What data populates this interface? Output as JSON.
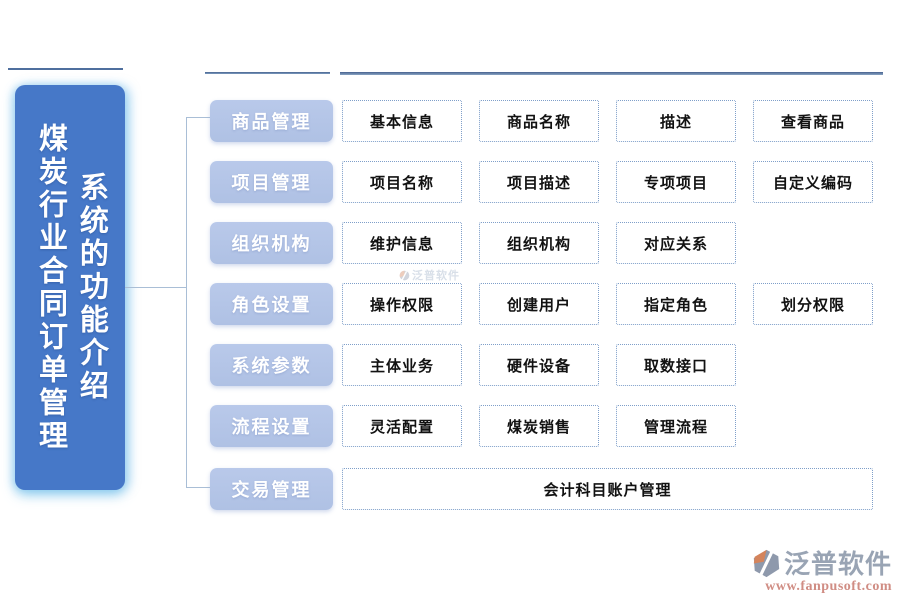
{
  "banner": {
    "title_main": "煤炭行业合同订单管理",
    "title_sub": "系统的功能介绍"
  },
  "rows": [
    {
      "category": "商品管理",
      "items": [
        "基本信息",
        "商品名称",
        "描述",
        "查看商品"
      ]
    },
    {
      "category": "项目管理",
      "items": [
        "项目名称",
        "项目描述",
        "专项项目",
        "自定义编码"
      ]
    },
    {
      "category": "组织机构",
      "items": [
        "维护信息",
        "组织机构",
        "对应关系"
      ]
    },
    {
      "category": "角色设置",
      "items": [
        "操作权限",
        "创建用户",
        "指定角色",
        "划分权限"
      ]
    },
    {
      "category": "系统参数",
      "items": [
        "主体业务",
        "硬件设备",
        "取数接口"
      ]
    },
    {
      "category": "流程设置",
      "items": [
        "灵活配置",
        "煤炭销售",
        "管理流程"
      ]
    },
    {
      "category": "交易管理",
      "items": [
        "会计科目账户管理"
      ]
    }
  ],
  "watermark": {
    "text": "泛普软件"
  },
  "logo": {
    "name": "泛普软件",
    "url": "www.fanpusoft.com"
  },
  "colors": {
    "banner_blue": "#4678c8",
    "category_fill": "#b5c6e8",
    "item_border": "#7f9fc9",
    "divider_line": "#47618e",
    "connector": "#a9bed6",
    "logo_gray": "#99a4b4",
    "logo_orange": "#d4845c",
    "logo_url_red": "#d08d84"
  }
}
